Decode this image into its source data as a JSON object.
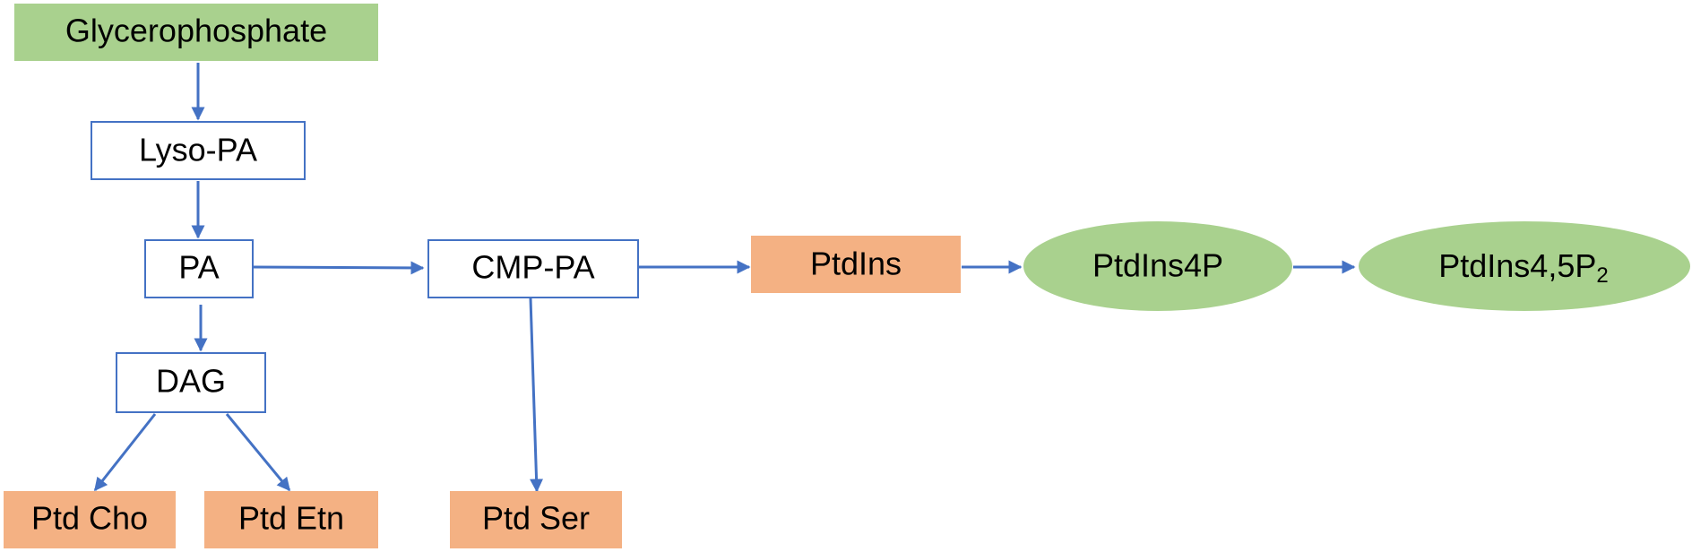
{
  "colors": {
    "green_fill": "#a9d18e",
    "orange_fill": "#f4b183",
    "outline_blue": "#4472c4",
    "arrow_blue": "#4472c4"
  },
  "nodes": {
    "glycerophosphate": "Glycerophosphate",
    "lyso_pa": "Lyso-PA",
    "pa": "PA",
    "dag": "DAG",
    "cmp_pa": "CMP-PA",
    "ptdins": "PtdIns",
    "ptdins4p": "PtdIns4P",
    "ptdins45p2_base": "PtdIns4,5P",
    "ptdins45p2_sub": "2",
    "ptd_cho": "Ptd Cho",
    "ptd_etn": "Ptd Etn",
    "ptd_ser": "Ptd Ser"
  }
}
